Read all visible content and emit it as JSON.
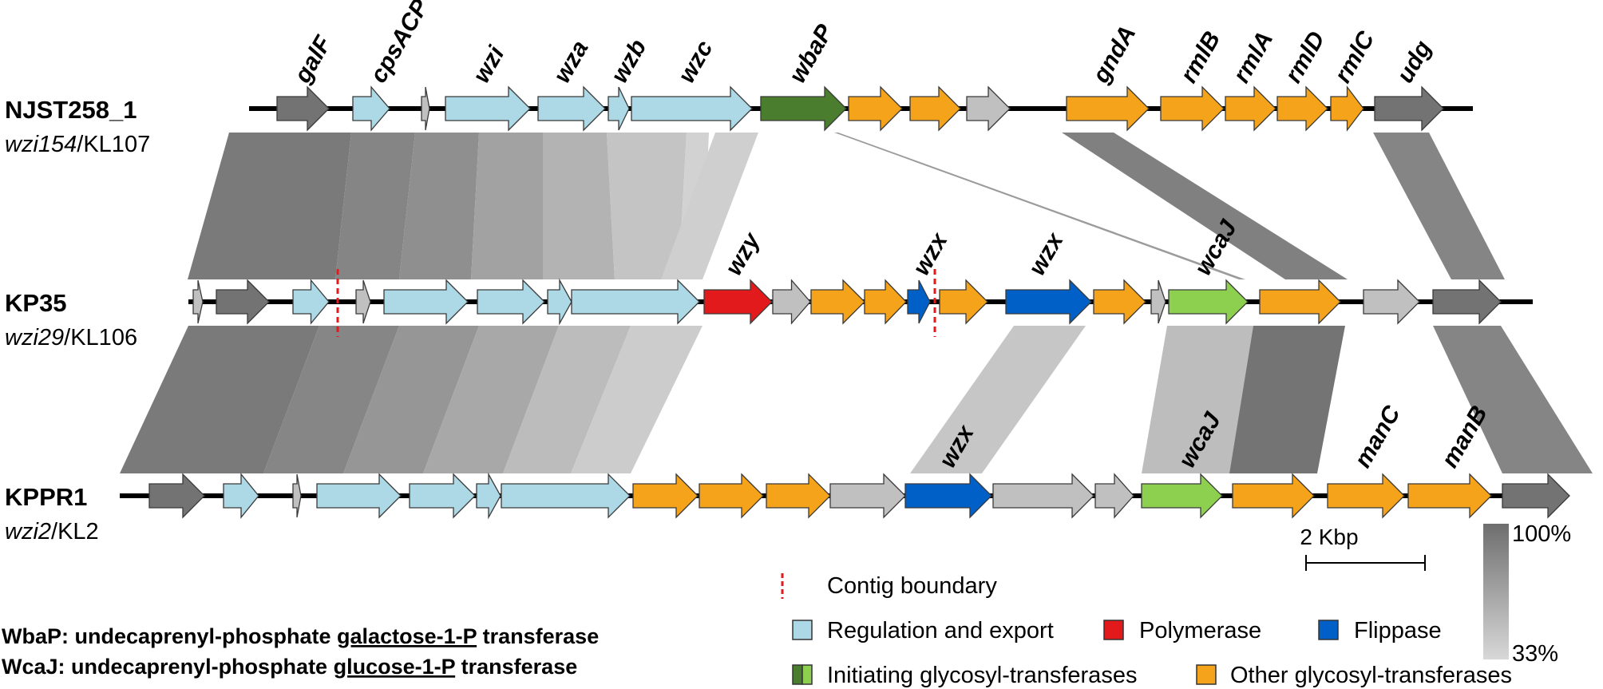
{
  "colors": {
    "regulation": "#add8e6",
    "polymerase": "#e31a1c",
    "flippase": "#0060c8",
    "initiating_dark": "#4a7d2e",
    "initiating_light": "#8dd050",
    "other_gt": "#f5a31a",
    "grey_dark": "#737373",
    "grey_light": "#c0c0c0",
    "contig": "#e31a1c"
  },
  "strains": [
    {
      "name": "NJST258_1",
      "type_italic": "wzi154",
      "type_rest": "/KL107"
    },
    {
      "name": "KP35",
      "type_italic": "wzi29",
      "type_rest": "/KL106"
    },
    {
      "name": "KPPR1",
      "type_italic": "wzi2",
      "type_rest": "/KL2"
    }
  ],
  "genes": {
    "top": [
      {
        "label": "galF",
        "color": "grey_dark"
      },
      {
        "label": "cpsACP",
        "color": "regulation"
      },
      {
        "label": "",
        "color": "grey_light"
      },
      {
        "label": "wzi",
        "color": "regulation"
      },
      {
        "label": "wza",
        "color": "regulation"
      },
      {
        "label": "wzb",
        "color": "regulation"
      },
      {
        "label": "wzc",
        "color": "regulation"
      },
      {
        "label": "wbaP",
        "color": "initiating_dark"
      },
      {
        "label": "",
        "color": "other_gt"
      },
      {
        "label": "",
        "color": "other_gt"
      },
      {
        "label": "",
        "color": "grey_light"
      },
      {
        "label": "gndA",
        "color": "other_gt"
      },
      {
        "label": "rmlB",
        "color": "other_gt"
      },
      {
        "label": "rmlA",
        "color": "other_gt"
      },
      {
        "label": "rmlD",
        "color": "other_gt"
      },
      {
        "label": "rmlC",
        "color": "other_gt"
      },
      {
        "label": "udg",
        "color": "grey_dark"
      }
    ],
    "middle": [
      {
        "label": "",
        "color": "grey_light"
      },
      {
        "label": "",
        "color": "grey_dark"
      },
      {
        "label": "",
        "color": "regulation"
      },
      {
        "label": "",
        "color": "grey_light"
      },
      {
        "label": "",
        "color": "regulation"
      },
      {
        "label": "",
        "color": "regulation"
      },
      {
        "label": "",
        "color": "regulation"
      },
      {
        "label": "",
        "color": "regulation"
      },
      {
        "label": "wzy",
        "color": "polymerase"
      },
      {
        "label": "",
        "color": "grey_light"
      },
      {
        "label": "",
        "color": "other_gt"
      },
      {
        "label": "",
        "color": "other_gt"
      },
      {
        "label": "wzx",
        "color": "flippase"
      },
      {
        "label": "",
        "color": "other_gt"
      },
      {
        "label": "wzx",
        "color": "flippase"
      },
      {
        "label": "",
        "color": "other_gt"
      },
      {
        "label": "",
        "color": "grey_light"
      },
      {
        "label": "wcaJ",
        "color": "initiating_light"
      },
      {
        "label": "",
        "color": "other_gt"
      },
      {
        "label": "",
        "color": "grey_light"
      },
      {
        "label": "",
        "color": "grey_dark"
      }
    ],
    "bottom": [
      {
        "label": "",
        "color": "grey_dark"
      },
      {
        "label": "",
        "color": "regulation"
      },
      {
        "label": "",
        "color": "grey_light"
      },
      {
        "label": "",
        "color": "regulation"
      },
      {
        "label": "",
        "color": "regulation"
      },
      {
        "label": "",
        "color": "regulation"
      },
      {
        "label": "",
        "color": "regulation"
      },
      {
        "label": "",
        "color": "other_gt"
      },
      {
        "label": "",
        "color": "other_gt"
      },
      {
        "label": "",
        "color": "other_gt"
      },
      {
        "label": "",
        "color": "grey_light"
      },
      {
        "label": "wzx",
        "color": "flippase"
      },
      {
        "label": "",
        "color": "grey_light"
      },
      {
        "label": "",
        "color": "grey_light"
      },
      {
        "label": "wcaJ",
        "color": "initiating_light"
      },
      {
        "label": "",
        "color": "other_gt"
      },
      {
        "label": "manC",
        "color": "other_gt"
      },
      {
        "label": "manB",
        "color": "other_gt"
      },
      {
        "label": "",
        "color": "grey_dark"
      }
    ]
  },
  "legend": {
    "contig": "Contig boundary",
    "regulation": "Regulation and export",
    "polymerase": "Polymerase",
    "flippase": "Flippase",
    "initiating": "Initiating glycosyl-transferases",
    "other": "Other glycosyl-transferases"
  },
  "scale_bar": {
    "label": "2 Kbp"
  },
  "identity_scale": {
    "max": "100%",
    "min": "33%"
  },
  "definitions": [
    {
      "prefix": "WbaP: undecaprenyl-phosphate ",
      "underlined": "galactose-1-P",
      "suffix": " transferase"
    },
    {
      "prefix": "WcaJ: undecaprenyl-phosphate ",
      "underlined": "glucose-1-P",
      "suffix": " transferase"
    }
  ]
}
